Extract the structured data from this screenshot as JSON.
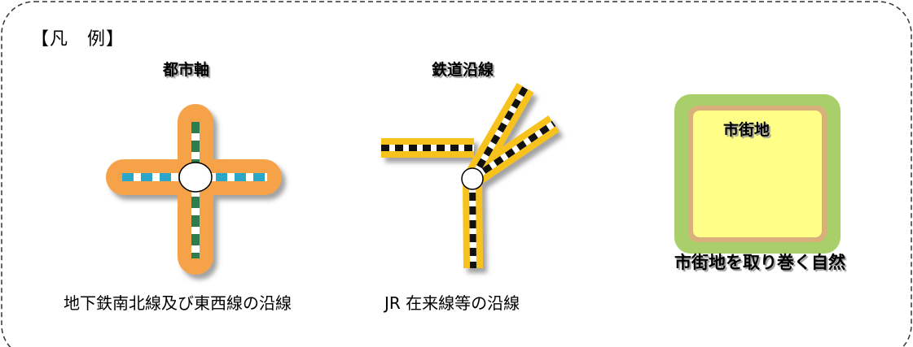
{
  "legend": {
    "title": "【凡　例】",
    "items": [
      {
        "id": "city-axis",
        "heading": "都市軸",
        "caption": "地下鉄南北線及び東西線の沿線",
        "band_color": "#f6a24a",
        "dash_color_ns": "#2e7d4f",
        "dash_color_ew": "#2aa6c9"
      },
      {
        "id": "railway",
        "heading": "鉄道沿線",
        "caption": "JR 在来線等の沿線",
        "band_color": "#f7c21d",
        "dash_color": "#111111"
      },
      {
        "id": "urban-area",
        "inner_label": "市街地",
        "outer_label": "市街地を取り巻く自然",
        "outer_color": "#a9cf6b",
        "border_color": "#d9b07c",
        "inner_color": "#ffff88"
      }
    ]
  }
}
